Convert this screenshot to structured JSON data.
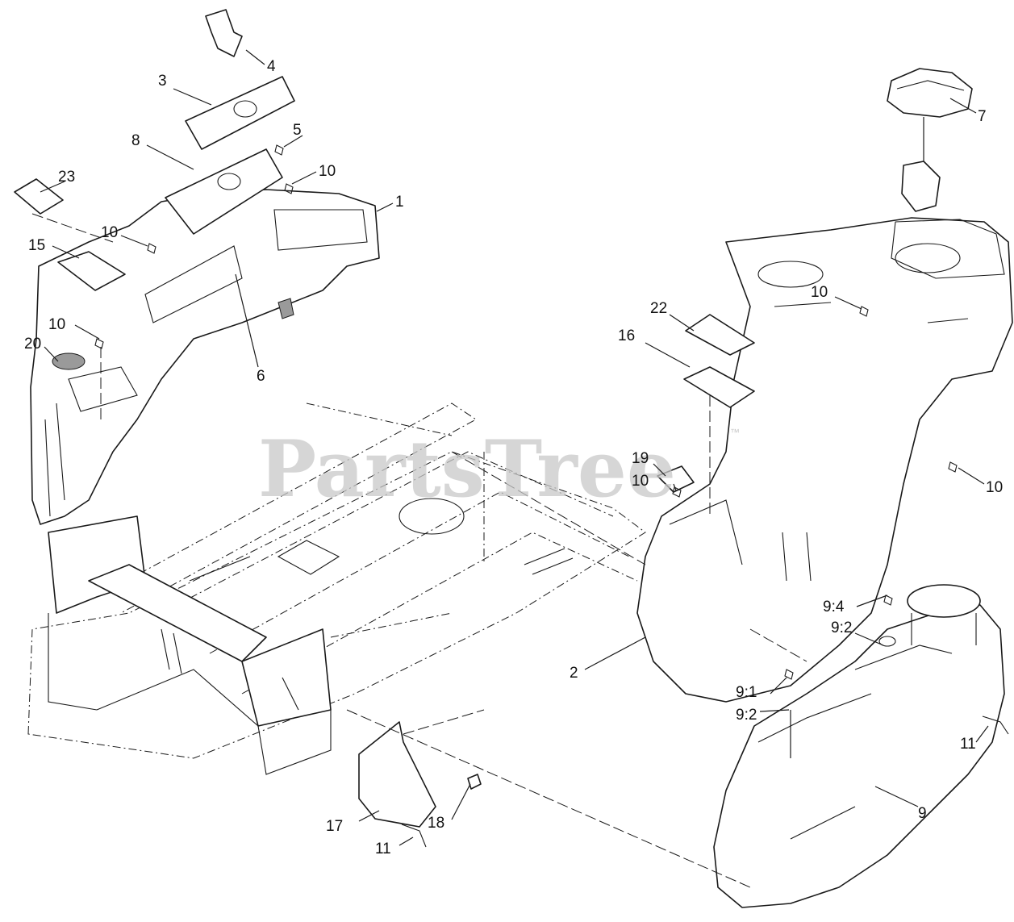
{
  "watermark": {
    "brand": "PartsTree",
    "trademark": "™"
  },
  "callouts": {
    "c1": "1",
    "c2": "2",
    "c3": "3",
    "c4": "4",
    "c5": "5",
    "c6": "6",
    "c7": "7",
    "c8": "8",
    "c9": "9",
    "c9_1": "9:1",
    "c9_2a": "9:2",
    "c9_2b": "9:2",
    "c9_4": "9:4",
    "c10a": "10",
    "c10b": "10",
    "c10c": "10",
    "c10d": "10",
    "c10e": "10",
    "c10f": "10",
    "c11a": "11",
    "c11b": "11",
    "c15": "15",
    "c16": "16",
    "c17": "17",
    "c18": "18",
    "c19": "19",
    "c20": "20",
    "c22": "22",
    "c23": "23"
  },
  "colors": {
    "line": "#1a1a1a",
    "background": "#ffffff",
    "watermark": "#c8c8c8",
    "shade": "#9a9a9a"
  }
}
